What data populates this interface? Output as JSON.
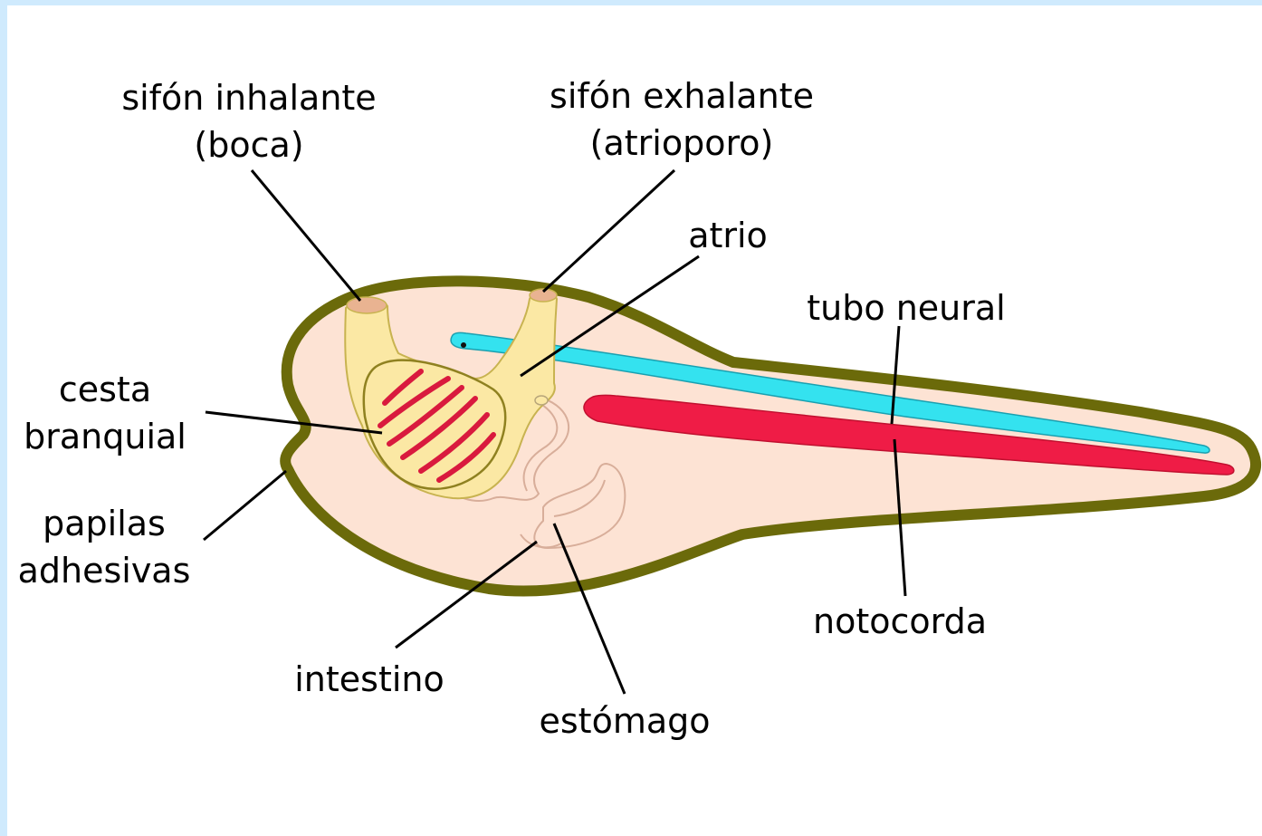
{
  "labels": {
    "inhalant_siphon": [
      "sifón inhalante",
      "(boca)"
    ],
    "exhalant_siphon": [
      "sifón exhalante",
      "(atrioporo)"
    ],
    "atrium": "atrio",
    "neural_tube": "tubo neural",
    "branchial_basket": [
      "cesta",
      "branquial"
    ],
    "adhesive_papillae": [
      "papilas",
      "adhesivas"
    ],
    "intestine": "intestino",
    "stomach": "estómago",
    "notochord": "notocorda"
  },
  "colors": {
    "page_border": "#cfeafd",
    "body_outline": "#6b6a0a",
    "body_fill": "#fde3d4",
    "siphon_fill": "#fbe8a4",
    "siphon_outline": "#c8b350",
    "siphon_tip": "#e9b391",
    "gill_slits": "#d91a3e",
    "neural_tube": "#34e2ef",
    "notochord": "#ef1c46",
    "gut_outline": "#d8ae9a"
  }
}
